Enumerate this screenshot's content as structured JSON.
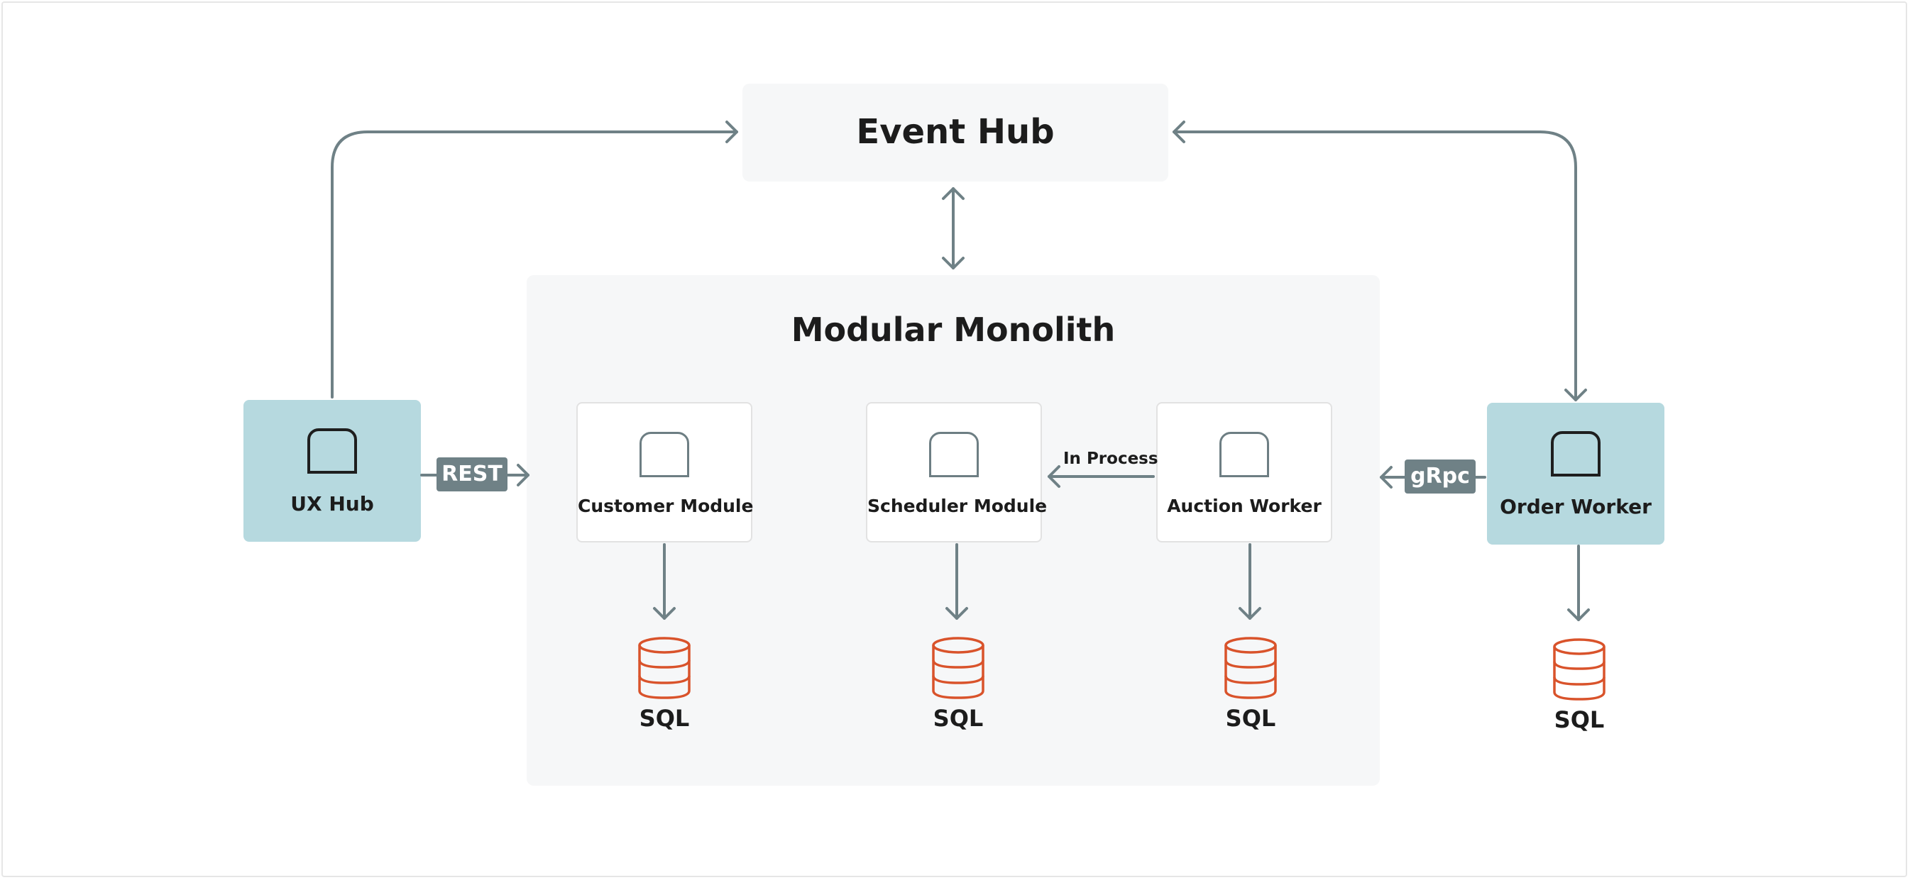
{
  "diagram": {
    "event_hub": {
      "title": "Event Hub"
    },
    "monolith": {
      "title": "Modular Monolith",
      "modules": [
        {
          "label": "Customer Module",
          "icon": "box-icon",
          "db_label": "SQL"
        },
        {
          "label": "Scheduler Module",
          "icon": "box-icon",
          "db_label": "SQL"
        },
        {
          "label": "Auction Worker",
          "icon": "box-icon",
          "db_label": "SQL"
        }
      ]
    },
    "ux_hub": {
      "label": "UX Hub",
      "icon": "box-icon"
    },
    "order_worker": {
      "label": "Order Worker",
      "icon": "box-icon",
      "db_label": "SQL"
    },
    "connections": {
      "rest": "REST",
      "grpc": "gRpc",
      "in_process": "In Process"
    },
    "colors": {
      "panel": "#f6f7f8",
      "service": "#b6d9df",
      "arrow": "#6f8186",
      "database": "#d9532b",
      "text": "#1c1c1c"
    }
  }
}
